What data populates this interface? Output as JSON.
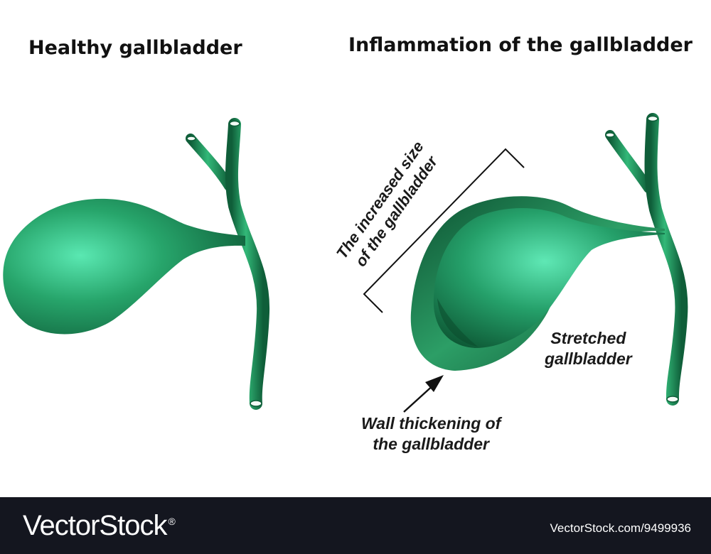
{
  "titles": {
    "healthy": "Healthy gallbladder",
    "inflamed": "Inflammation of the gallbladder"
  },
  "labels": {
    "increased_size": [
      "The increased size",
      "of the gallbladder"
    ],
    "stretched": [
      "Stretched",
      "gallbladder"
    ],
    "wall_thickening": [
      "Wall thickening of",
      "the gallbladder"
    ]
  },
  "footer": {
    "brand": "VectorStock",
    "brand_mark": "®",
    "image_id": "VectorStock.com/9499936"
  },
  "colors": {
    "organ_base": "#1f8f5c",
    "organ_highlight": "#4fe3aa",
    "organ_dark": "#0e5a36",
    "footer_bg": "#14161f"
  }
}
